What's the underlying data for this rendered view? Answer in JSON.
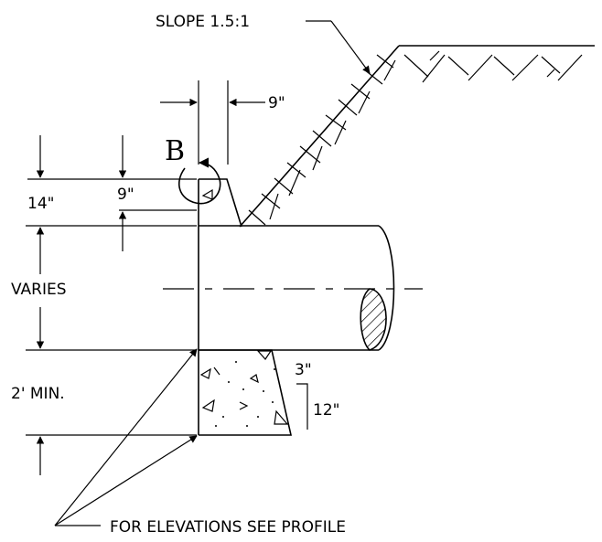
{
  "labels": {
    "slope": "SLOPE 1.5:1",
    "dim_top": "9\"",
    "detail_marker": "B",
    "dim_14": "14\"",
    "dim_9": "9\"",
    "varies": "VARIES",
    "min_depth": "2' MIN.",
    "dim_3": "3\"",
    "dim_12": "12\"",
    "elevations_note": "FOR ELEVATIONS SEE PROFILE"
  }
}
